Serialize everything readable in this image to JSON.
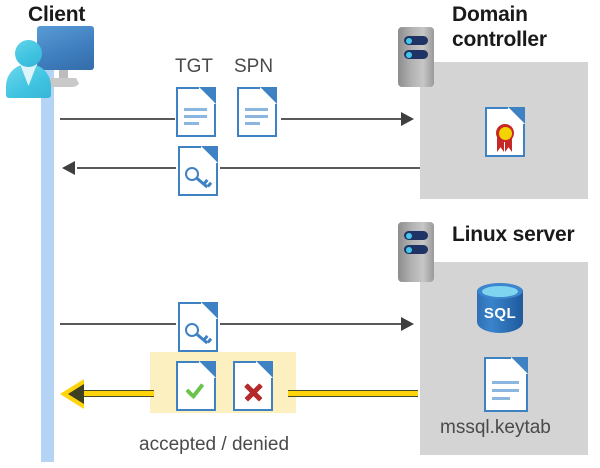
{
  "diagram": {
    "title_client": "Client",
    "title_domain_controller": "Domain controller",
    "title_linux_server": "Linux server",
    "labels": {
      "tgt": "TGT",
      "spn": "SPN",
      "accepted_denied": "accepted / denied",
      "keytab_file": "mssql.keytab",
      "sql_text": "SQL"
    },
    "icons": {
      "client": "user-computer-icon",
      "server": "server-rack-icon",
      "tgt_doc": "document-icon",
      "spn_doc": "document-icon",
      "key_doc": "key-document-icon",
      "cert_doc": "certificate-document-icon",
      "accepted_doc": "check-document-icon",
      "denied_doc": "x-document-icon",
      "keytab_doc": "document-icon",
      "database": "sql-database-icon"
    },
    "flows": [
      {
        "name": "client-to-dc-request",
        "direction": "right",
        "payload": "TGT SPN"
      },
      {
        "name": "dc-to-client-ticket",
        "direction": "left",
        "payload": "key-document"
      },
      {
        "name": "client-to-linux-ticket",
        "direction": "right",
        "payload": "key-document"
      },
      {
        "name": "linux-to-client-result",
        "direction": "left",
        "payload": "accepted / denied"
      }
    ],
    "colors": {
      "panel_gray": "#d4d4d4",
      "lifeline_blue": "#b3d4f5",
      "highlight_yellow": "#fcf0c0",
      "gold_arrow": "#ffd40a",
      "doc_blue": "#3f82c4",
      "accept_green": "#6cc24a",
      "deny_red": "#b52a2a",
      "sql_blue": "#2f6fb5",
      "arrow_gray": "#595959"
    }
  }
}
